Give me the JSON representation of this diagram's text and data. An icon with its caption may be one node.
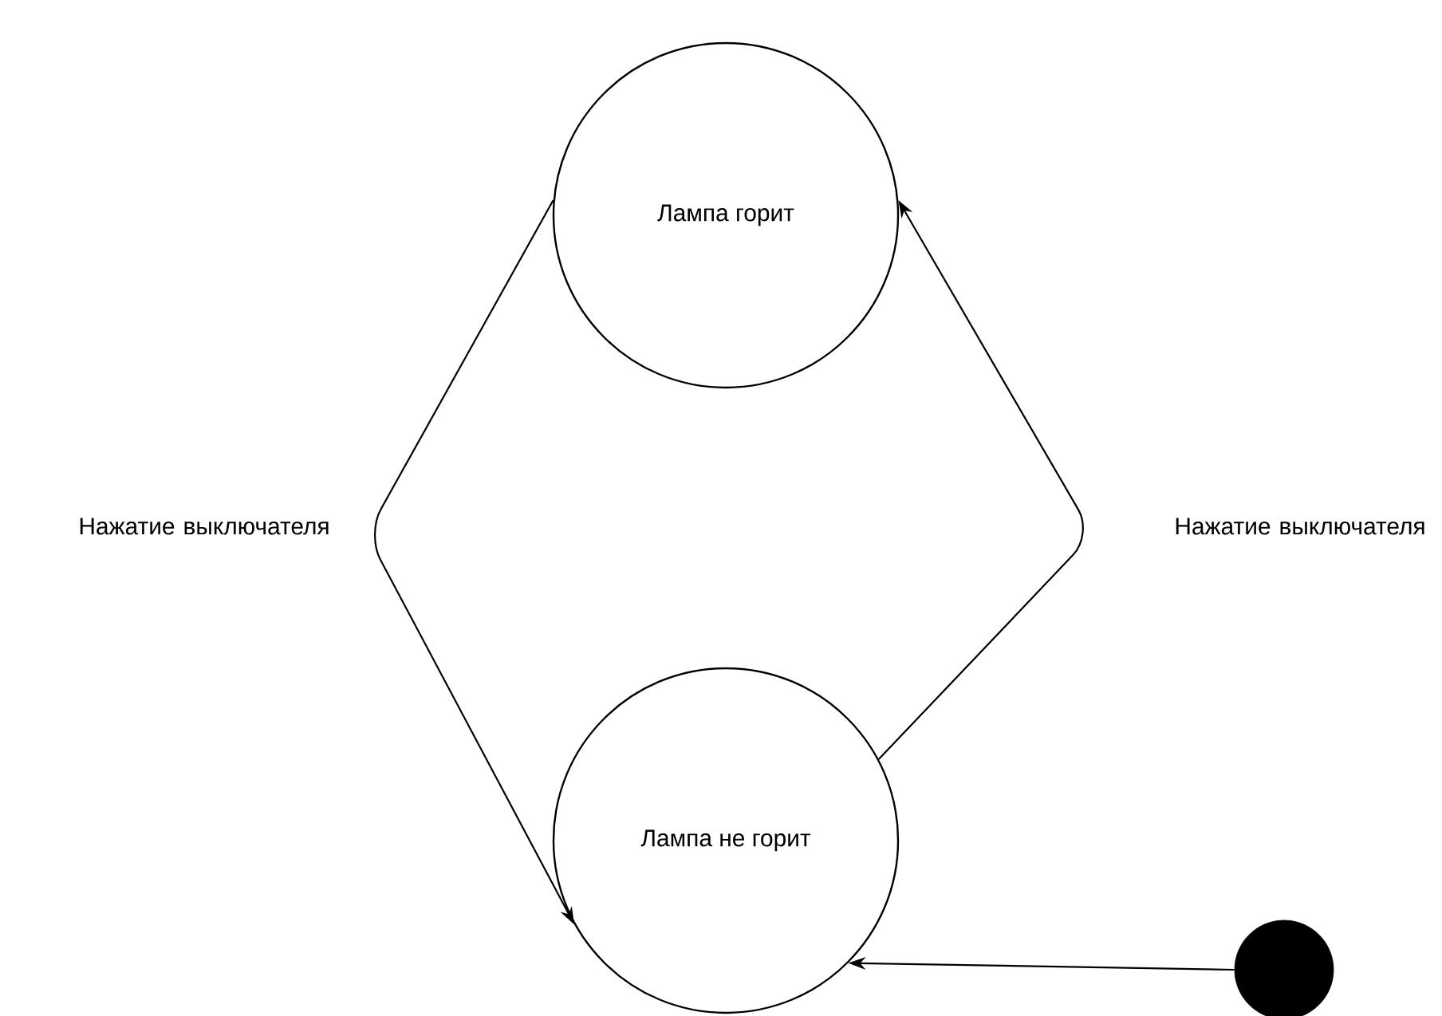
{
  "diagram": {
    "nodes": [
      {
        "text": [
          "Лампа горит"
        ]
      },
      {
        "text": [
          "Лампа не горит"
        ]
      },
      {
        "text": [],
        "shape": "circle"
      }
    ],
    "edges": [
      {
        "from": 0,
        "to": 1,
        "arrow": "to",
        "label": "Нажатие выключателя"
      },
      {
        "from": 1,
        "to": 0,
        "arrow": "to",
        "label": "Нажатие выключателя"
      },
      {
        "from": 2,
        "to": 1,
        "arrow": "to"
      }
    ]
  }
}
